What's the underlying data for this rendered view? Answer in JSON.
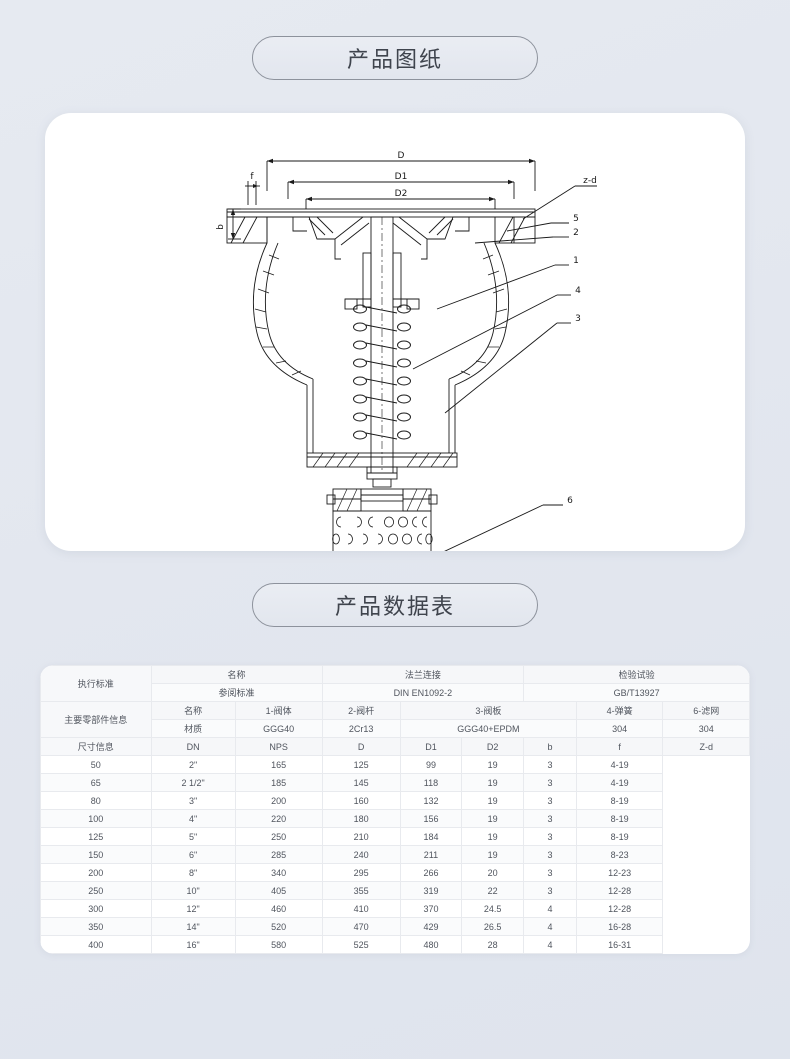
{
  "sections": {
    "drawing_title": "产品图纸",
    "table_title": "产品数据表"
  },
  "drawing": {
    "dimension_labels": {
      "d": "D",
      "d1": "D1",
      "d2": "D2",
      "zd": "z-d",
      "b": "b",
      "f": "f"
    },
    "callouts": [
      "5",
      "2",
      "1",
      "4",
      "3",
      "6"
    ]
  },
  "table": {
    "row_labels": {
      "standard": "执行标准",
      "components": "主要零部件信息",
      "dimensions": "尺寸信息"
    },
    "standard_rows": [
      {
        "label": "名称",
        "flange": "法兰连接",
        "test": "检验试验"
      },
      {
        "label": "参阅标准",
        "flange": "DIN EN1092-2",
        "test": "GB/T13927"
      }
    ],
    "component_rows": [
      {
        "label": "名称",
        "c1": "1-阀体",
        "c2": "2-阀杆",
        "c3": "3-阀板",
        "c4": "4-弹簧",
        "c6": "6-滤网"
      },
      {
        "label": "材质",
        "c1": "GGG40",
        "c2": "2Cr13",
        "c3": "GGG40+EPDM",
        "c4": "304",
        "c6": "304"
      }
    ],
    "headers": [
      "DN",
      "NPS",
      "D",
      "D1",
      "D2",
      "b",
      "f",
      "Z-d"
    ],
    "rows": [
      {
        "dn": "50",
        "nps": "2\"",
        "d": "165",
        "d1": "125",
        "d2": "99",
        "b": "19",
        "f": "3",
        "zd": "4-19"
      },
      {
        "dn": "65",
        "nps": "2 1/2\"",
        "d": "185",
        "d1": "145",
        "d2": "118",
        "b": "19",
        "f": "3",
        "zd": "4-19"
      },
      {
        "dn": "80",
        "nps": "3\"",
        "d": "200",
        "d1": "160",
        "d2": "132",
        "b": "19",
        "f": "3",
        "zd": "8-19"
      },
      {
        "dn": "100",
        "nps": "4\"",
        "d": "220",
        "d1": "180",
        "d2": "156",
        "b": "19",
        "f": "3",
        "zd": "8-19"
      },
      {
        "dn": "125",
        "nps": "5\"",
        "d": "250",
        "d1": "210",
        "d2": "184",
        "b": "19",
        "f": "3",
        "zd": "8-19"
      },
      {
        "dn": "150",
        "nps": "6\"",
        "d": "285",
        "d1": "240",
        "d2": "211",
        "b": "19",
        "f": "3",
        "zd": "8-23"
      },
      {
        "dn": "200",
        "nps": "8\"",
        "d": "340",
        "d1": "295",
        "d2": "266",
        "b": "20",
        "f": "3",
        "zd": "12-23"
      },
      {
        "dn": "250",
        "nps": "10\"",
        "d": "405",
        "d1": "355",
        "d2": "319",
        "b": "22",
        "f": "3",
        "zd": "12-28"
      },
      {
        "dn": "300",
        "nps": "12\"",
        "d": "460",
        "d1": "410",
        "d2": "370",
        "b": "24.5",
        "f": "4",
        "zd": "12-28"
      },
      {
        "dn": "350",
        "nps": "14\"",
        "d": "520",
        "d1": "470",
        "d2": "429",
        "b": "26.5",
        "f": "4",
        "zd": "16-28"
      },
      {
        "dn": "400",
        "nps": "16\"",
        "d": "580",
        "d1": "525",
        "d2": "480",
        "b": "28",
        "f": "4",
        "zd": "16-31"
      }
    ]
  },
  "colors": {
    "background": "#e3e7ef",
    "card": "#ffffff",
    "line": "#1a1a1a",
    "text": "#50555e"
  }
}
